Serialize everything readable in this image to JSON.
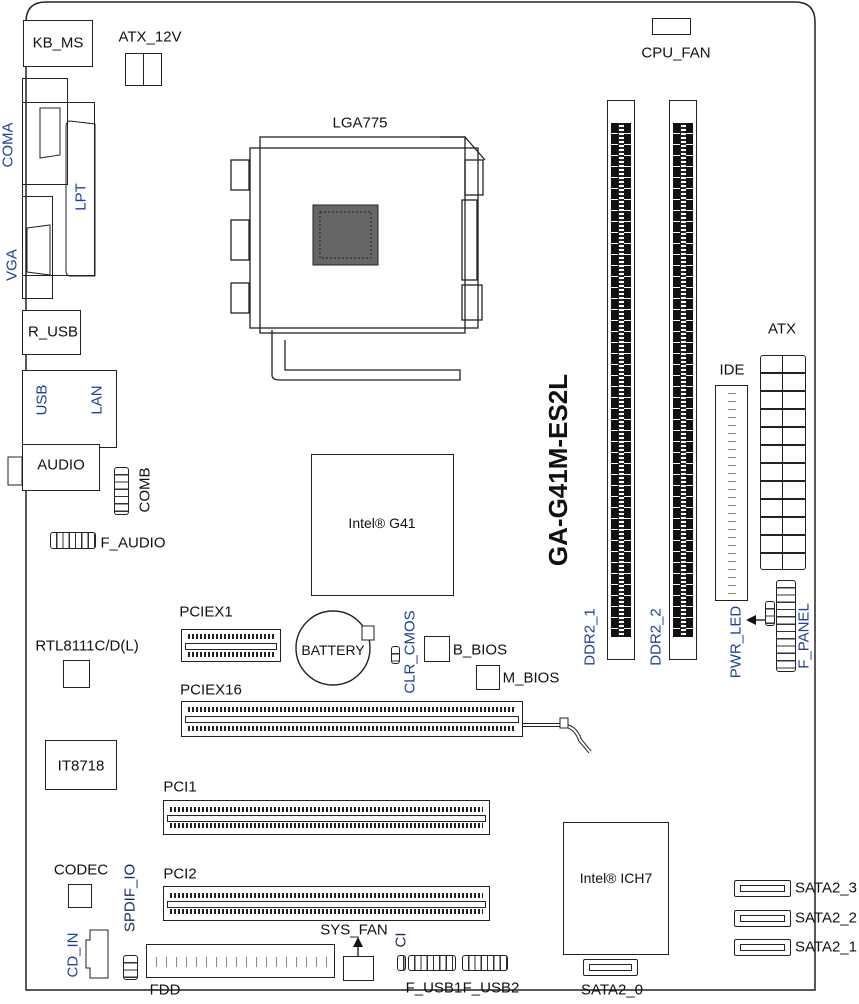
{
  "board": {
    "model": "GA-G41M-ES2L",
    "labels": {
      "kb_ms": "KB_MS",
      "atx_12v": "ATX_12V",
      "coma": "COMA",
      "lpt": "LPT",
      "vga": "VGA",
      "r_usb": "R_USB",
      "usb": "USB",
      "lan": "LAN",
      "audio": "AUDIO",
      "comb": "COMB",
      "f_audio": "F_AUDIO",
      "lga775": "LGA775",
      "cpu_fan": "CPU_FAN",
      "ddr2_1": "DDR2_1",
      "ddr2_2": "DDR2_2",
      "atx": "ATX",
      "ide": "IDE",
      "pwr_led": "PWR_LED",
      "f_panel": "F_PANEL",
      "northbridge": "Intel® G41",
      "pciex1": "PCIEX1",
      "battery": "BATTERY",
      "clr_cmos": "CLR_CMOS",
      "b_bios": "B_BIOS",
      "m_bios": "M_BIOS",
      "rtl": "RTL8111C/D(L)",
      "pciex16": "PCIEX16",
      "it8718": "IT8718",
      "pci1": "PCI1",
      "pci2": "PCI2",
      "southbridge": "Intel® ICH7",
      "sata2_3": "SATA2_3",
      "sata2_2": "SATA2_2",
      "sata2_1": "SATA2_1",
      "sata2_0": "SATA2_0",
      "codec": "CODEC",
      "spdif_io": "SPDIF_IO",
      "cd_in": "CD_IN",
      "fdd": "FDD",
      "sys_fan": "SYS_FAN",
      "ci": "CI",
      "f_usb1": "F_USB1",
      "f_usb2": "F_USB2"
    }
  }
}
